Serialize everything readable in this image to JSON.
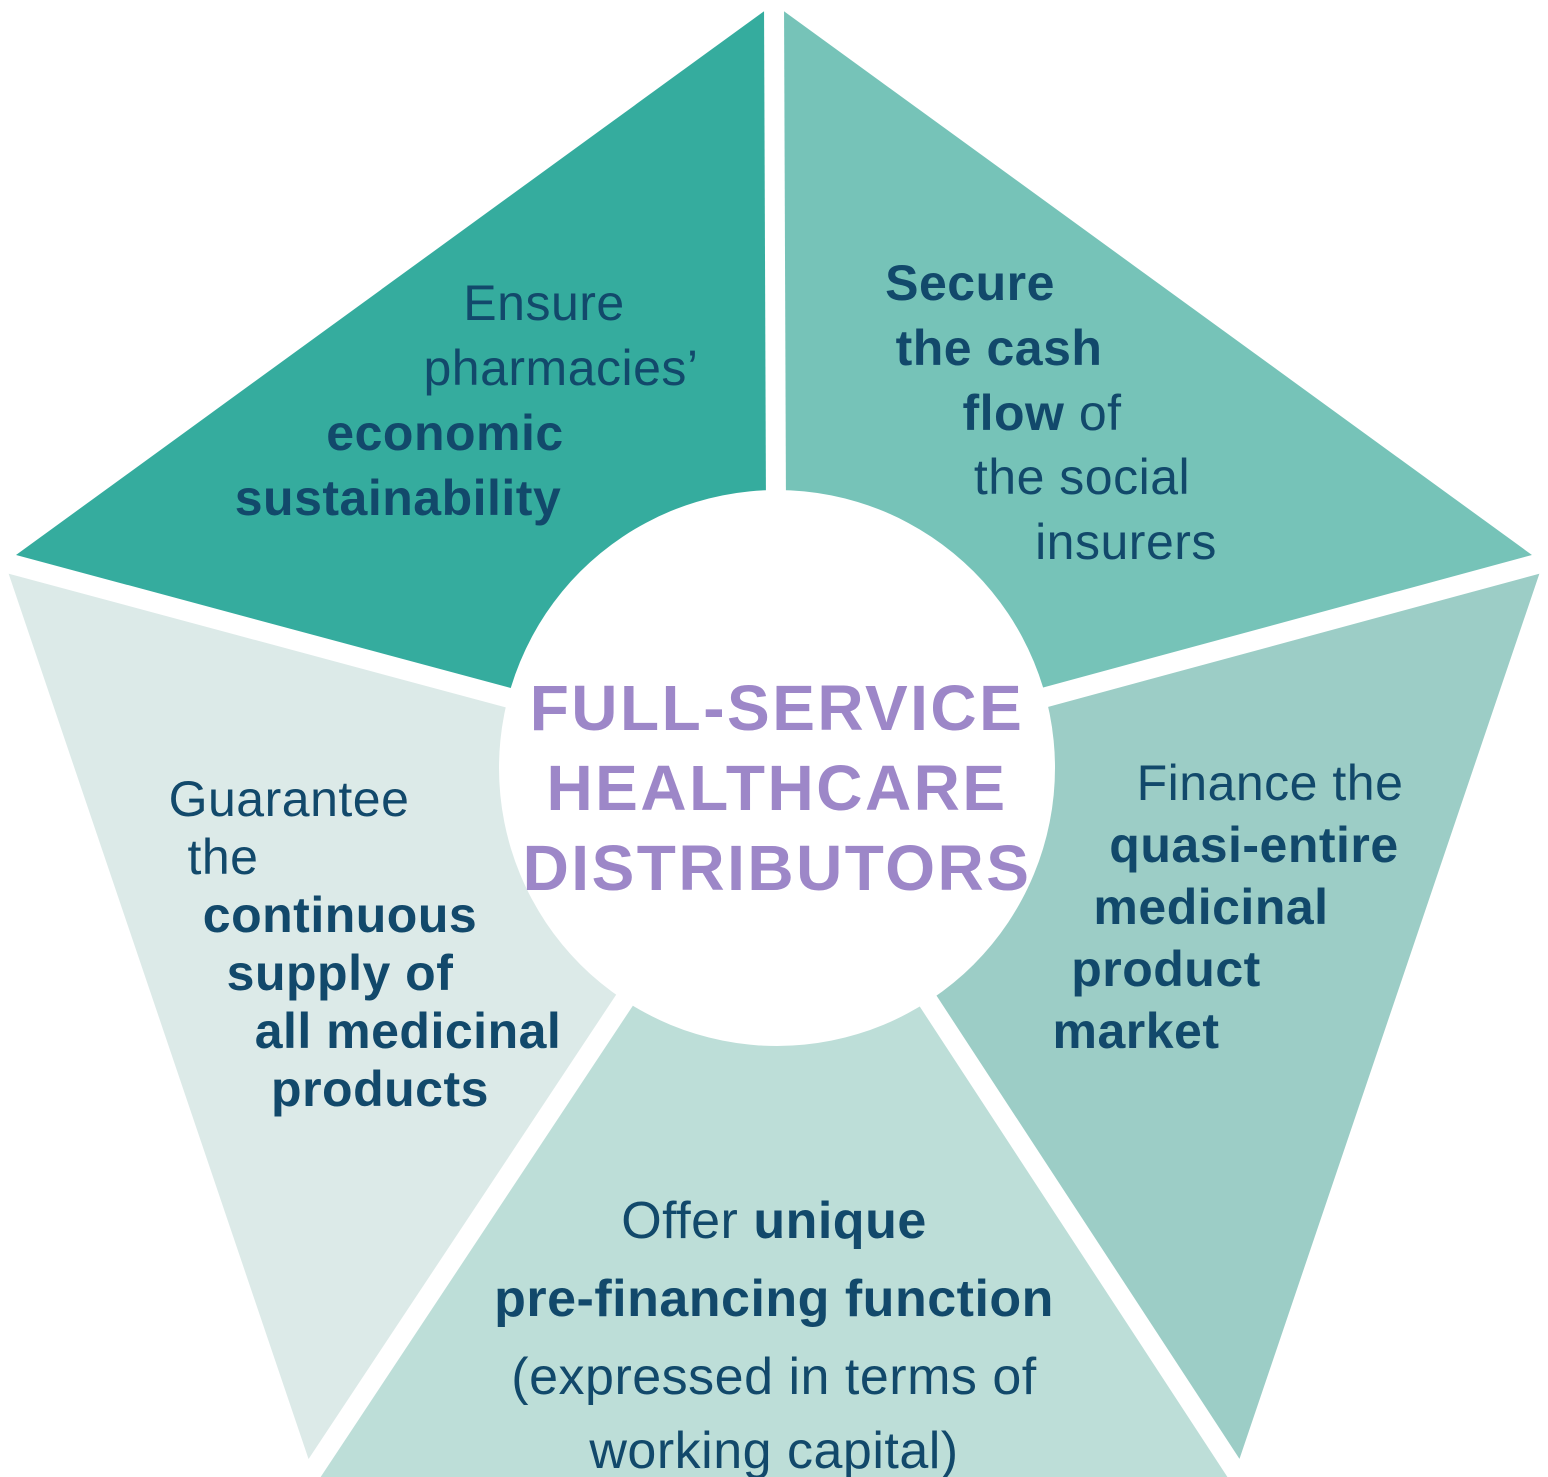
{
  "diagram": {
    "type": "pentagon-segment-infographic",
    "center": {
      "lines": [
        "FULL-SERVICE",
        "HEALTHCARE",
        "DISTRIBUTORS"
      ]
    },
    "colors": {
      "background": "#FFFFFF",
      "center_circle": "#FFFFFF",
      "center_text_purple": "#9D87C8",
      "segment_text_navy": "#12496B",
      "divider_white": "#FFFFFF"
    },
    "segments": [
      {
        "id": "ensure-pharmacies-sustainability",
        "position": "top-left",
        "color": "#35AC9E",
        "text": "Ensure pharmacies’ economic sustainability",
        "lines": [
          [
            {
              "t": "Ensure",
              "b": false
            }
          ],
          [
            {
              "t": "pharmacies’",
              "b": false
            }
          ],
          [
            {
              "t": "economic",
              "b": true
            }
          ],
          [
            {
              "t": "sustainability",
              "b": true
            }
          ]
        ]
      },
      {
        "id": "secure-cash-flow",
        "position": "top-right",
        "color": "#76C3B8",
        "text": "Secure the cash flow of the social insurers",
        "lines": [
          [
            {
              "t": "Secure",
              "b": true
            }
          ],
          [
            {
              "t": "the cash",
              "b": true
            }
          ],
          [
            {
              "t": "flow",
              "b": true
            },
            {
              "t": " of",
              "b": false
            }
          ],
          [
            {
              "t": "the social",
              "b": false
            }
          ],
          [
            {
              "t": "insurers",
              "b": false
            }
          ]
        ]
      },
      {
        "id": "finance-medicinal-market",
        "position": "right",
        "color": "#9CCDC6",
        "text": "Finance the quasi-entire medicinal product market",
        "lines": [
          [
            {
              "t": "Finance the",
              "b": false
            }
          ],
          [
            {
              "t": "quasi-entire",
              "b": true
            }
          ],
          [
            {
              "t": "medicinal",
              "b": true
            }
          ],
          [
            {
              "t": "product",
              "b": true
            }
          ],
          [
            {
              "t": "market",
              "b": true
            }
          ]
        ]
      },
      {
        "id": "offer-pre-financing",
        "position": "bottom",
        "color": "#BDDED8",
        "text": "Offer unique pre-financing function (expressed in terms of working capital)",
        "lines": [
          [
            {
              "t": "Offer ",
              "b": false
            },
            {
              "t": "unique",
              "b": true
            }
          ],
          [
            {
              "t": "pre-financing function",
              "b": true
            }
          ],
          [
            {
              "t": "(expressed in terms of",
              "b": false
            }
          ],
          [
            {
              "t": "working capital)",
              "b": false
            }
          ]
        ]
      },
      {
        "id": "guarantee-supply",
        "position": "left",
        "color": "#DCEAE8",
        "text": "Guarantee the continuous supply of all medicinal products",
        "lines": [
          [
            {
              "t": "Guarantee",
              "b": false
            }
          ],
          [
            {
              "t": "the",
              "b": false
            }
          ],
          [
            {
              "t": "continuous",
              "b": true
            }
          ],
          [
            {
              "t": "supply of",
              "b": true
            }
          ],
          [
            {
              "t": "all medicinal",
              "b": true
            }
          ],
          [
            {
              "t": "products",
              "b": true
            }
          ]
        ]
      }
    ]
  }
}
